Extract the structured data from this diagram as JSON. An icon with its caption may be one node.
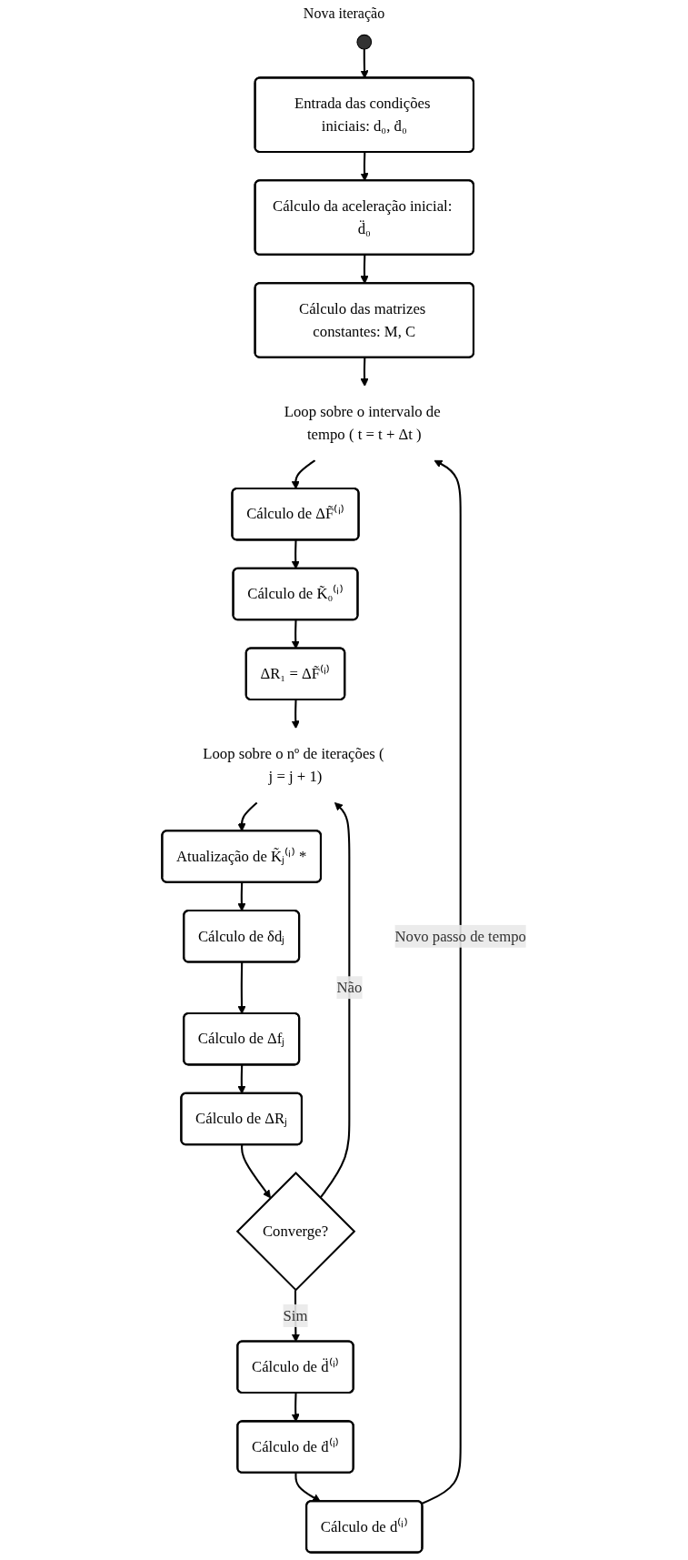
{
  "diagram": {
    "nodes": [
      {
        "text": [],
        "shape": "circle"
      },
      {
        "text": [
          "Entrada das condições iniciais: d₀, ḋ₀"
        ]
      },
      {
        "text": [
          "Cálculo da aceleração inicial: d̈₀"
        ]
      },
      {
        "text": [
          "Cálculo das matrizes constantes: M, C"
        ]
      },
      {
        "text": [
          "Loop sobre o intervalo de tempo ( t = t + Δt )"
        ]
      },
      {
        "text": [
          "Cálculo de ΔF̃⁽ⁱ⁾"
        ]
      },
      {
        "text": [
          "Cálculo de K̃₀⁽ⁱ⁾"
        ]
      },
      {
        "text": [
          "ΔR₁ = ΔF̃⁽ⁱ⁾"
        ]
      },
      {
        "text": [
          "Loop sobre o nº de iterações ( j = j + 1)"
        ]
      },
      {
        "text": [
          "Atualização de K̃ⱼ⁽ⁱ⁾ *"
        ]
      },
      {
        "text": [
          "Cálculo de δdⱼ"
        ]
      },
      {
        "text": [
          "Cálculo de Δfⱼ"
        ]
      },
      {
        "text": [
          "Cálculo de ΔRⱼ"
        ]
      },
      {
        "text": [
          "Converge?"
        ]
      },
      {
        "text": [
          "Cálculo de d̈⁽ⁱ⁾"
        ]
      },
      {
        "text": [
          "Cálculo de ḋ⁽ⁱ⁾"
        ]
      },
      {
        "text": [
          "Cálculo de d⁽ⁱ⁾"
        ]
      }
    ],
    "edges": [
      {
        "from": 0,
        "to": 1,
        "arrow": "to"
      },
      {
        "from": 1,
        "to": 2,
        "arrow": "to"
      },
      {
        "from": 2,
        "to": 3,
        "arrow": "to"
      },
      {
        "from": 3,
        "to": 4,
        "arrow": "to"
      },
      {
        "from": 4,
        "to": 5,
        "arrow": "to"
      },
      {
        "from": 5,
        "to": 6,
        "arrow": "to"
      },
      {
        "from": 6,
        "to": 7,
        "arrow": "to"
      },
      {
        "from": 7,
        "to": 8,
        "arrow": "to"
      },
      {
        "from": 8,
        "to": 9,
        "arrow": "to"
      },
      {
        "from": 9,
        "to": 10,
        "arrow": "to"
      },
      {
        "from": 10,
        "to": 11,
        "arrow": "to"
      },
      {
        "from": 11,
        "to": 12,
        "arrow": "to"
      },
      {
        "from": 12,
        "to": 13,
        "arrow": "to"
      },
      {
        "from": 13,
        "to": 8,
        "arrow": "to",
        "label": "Não"
      },
      {
        "from": 13,
        "to": 14,
        "arrow": "to",
        "label": "Sim"
      },
      {
        "from": 14,
        "to": 15,
        "arrow": "to"
      },
      {
        "from": 15,
        "to": 16,
        "arrow": "to"
      },
      {
        "from": 16,
        "to": 4,
        "arrow": "to",
        "label": "Novo passo de tempo"
      }
    ],
    "labels": [
      "Nova iteração"
    ]
  }
}
